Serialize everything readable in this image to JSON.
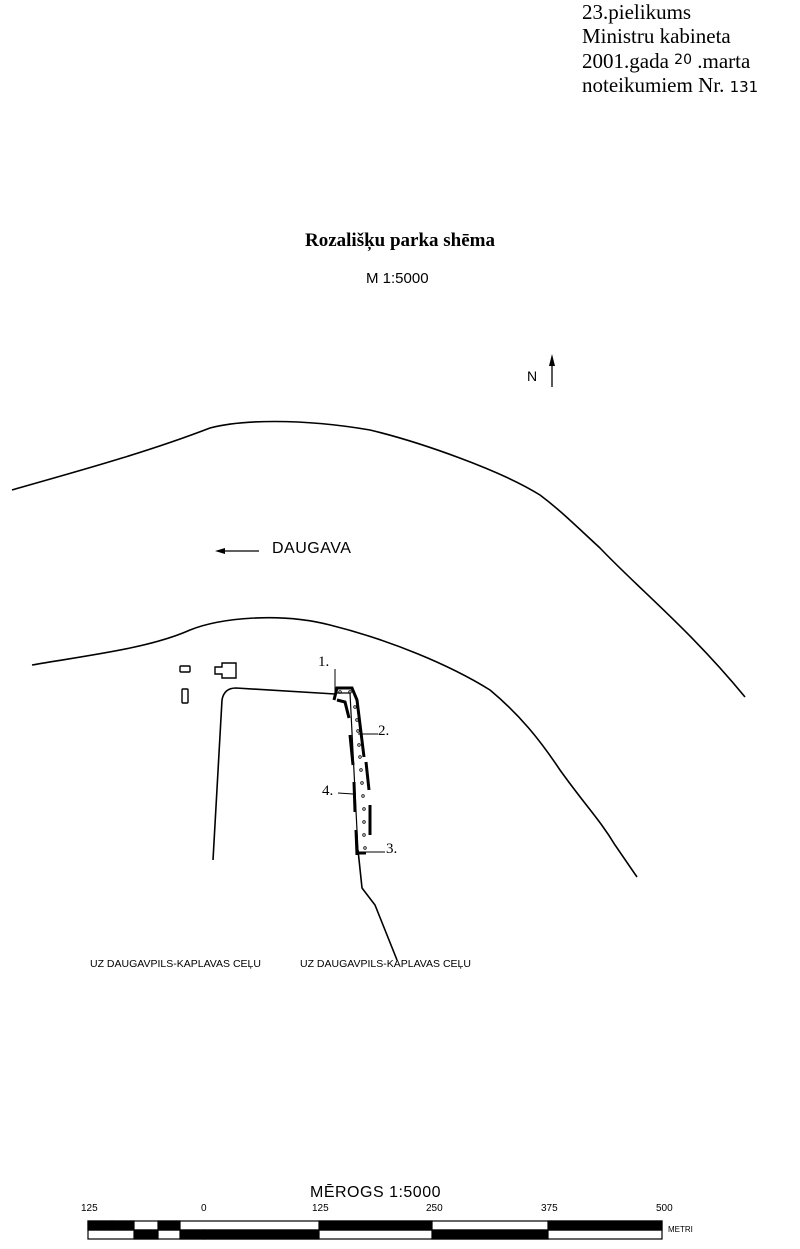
{
  "header": {
    "line1": "23.pielikums",
    "line2": "Ministru kabineta",
    "line3_prefix": "2001.gada",
    "line3_day": "20",
    "line3_suffix": ".marta",
    "line4_prefix": "noteikumiem Nr.",
    "line4_number": "131"
  },
  "title": "Rozališķu parka shēma",
  "scale_top": "M 1:5000",
  "north_label": "N",
  "river_label": "DAUGAVA",
  "points": [
    "1.",
    "2.",
    "3.",
    "4."
  ],
  "road_labels": [
    "UZ DAUGAVPILS-KAPLAVAS CEĻU",
    "UZ DAUGAVPILS-KAPLAVAS CEĻU"
  ],
  "scale_bar": {
    "title": "MĒROGS 1:5000",
    "ticks": [
      "125",
      "0",
      "125",
      "250",
      "375",
      "500"
    ],
    "unit": "METRI"
  }
}
